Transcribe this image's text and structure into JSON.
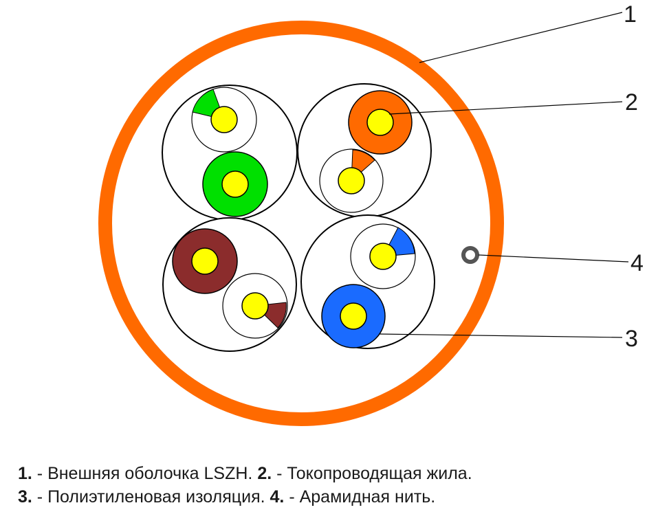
{
  "colors": {
    "sheath": "#ff6a00",
    "conductor": "#ffff00",
    "green": "#00e000",
    "orange": "#ff6a00",
    "brown": "#8b2c2c",
    "blue": "#1a6bff",
    "outline": "#000000",
    "aramid": "#555555"
  },
  "callouts": {
    "c1": "1",
    "c2": "2",
    "c3": "3",
    "c4": "4"
  },
  "legend": {
    "line1": {
      "n1": "1.",
      "t1": " - Внешняя оболочка LSZH. ",
      "n2": "2.",
      "t2": " - Токопроводящая жила."
    },
    "line2": {
      "n3": "3.",
      "t3": " - Полиэтиленовая изоляция. ",
      "n4": "4.",
      "t4": " - Арамидная нить."
    }
  }
}
